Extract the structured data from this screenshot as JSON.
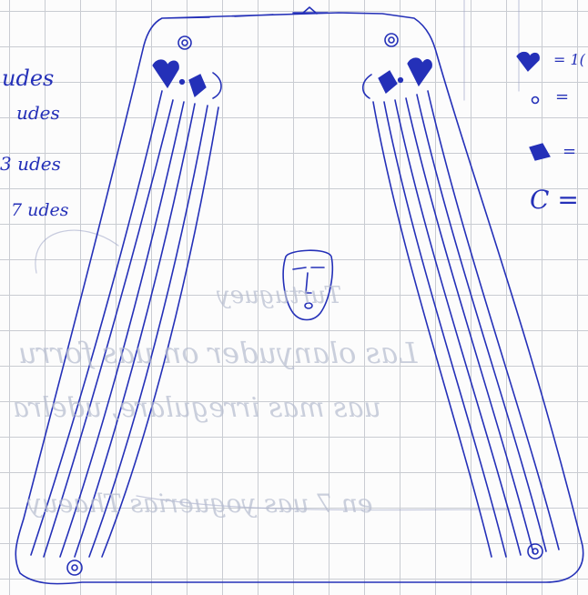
{
  "left_margin_notes": [
    "udes",
    "udes",
    "3 udes",
    "7 udes"
  ],
  "right_legend": [
    {
      "symbol": "heart-shape-symbol",
      "text": "= 1("
    },
    {
      "symbol": "small-circle-symbol",
      "text": "="
    },
    {
      "symbol": "square-shape-symbol",
      "text": "="
    },
    {
      "symbol": "crescent-symbol",
      "text": "C ="
    }
  ],
  "bleed_through_lines": [
    "Turtuguey",
    "Las olanyuder on uas forru",
    "uas mas irregulare, udelra",
    "en 7 uas yoguerias Thaeuy"
  ],
  "colors": {
    "ink": "#2430b8",
    "grid": "#c9ccd2",
    "paper": "#fcfcfc",
    "bleed": "#b6bccf"
  }
}
